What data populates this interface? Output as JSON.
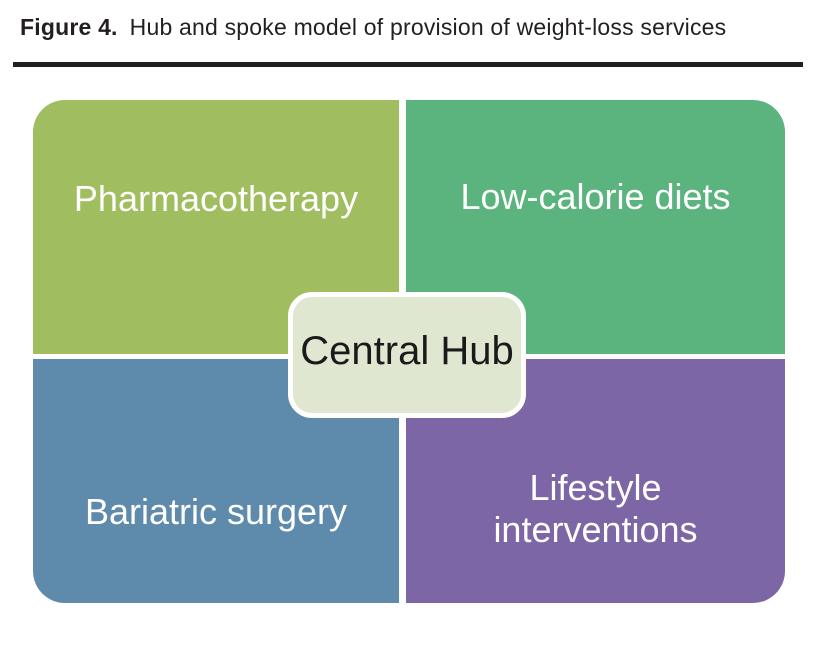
{
  "caption": {
    "label": "Figure 4.",
    "text": "Hub and spoke model of provision of weight-loss services"
  },
  "diagram": {
    "hub": {
      "label": "Central Hub"
    },
    "quadrants": [
      {
        "id": "pharmacotherapy",
        "label": "Pharmacotherapy"
      },
      {
        "id": "low-calorie-diets",
        "label": "Low-calorie diets"
      },
      {
        "id": "bariatric-surgery",
        "label": "Bariatric surgery"
      },
      {
        "id": "lifestyle-interventions",
        "label": "Lifestyle interventions"
      }
    ]
  },
  "colors": {
    "quad-pharmacotherapy": "#a0be5f",
    "quad-low-calorie": "#5bb37e",
    "quad-bariatric": "#5e8bac",
    "quad-lifestyle": "#7d66a6",
    "hub-fill": "#dfe7d1",
    "hub-border": "#ffffff",
    "hub-text": "#1a1a1a",
    "label-text": "#ffffff",
    "caption-text": "#231f20",
    "rule": "#231f20",
    "background": "#ffffff"
  }
}
